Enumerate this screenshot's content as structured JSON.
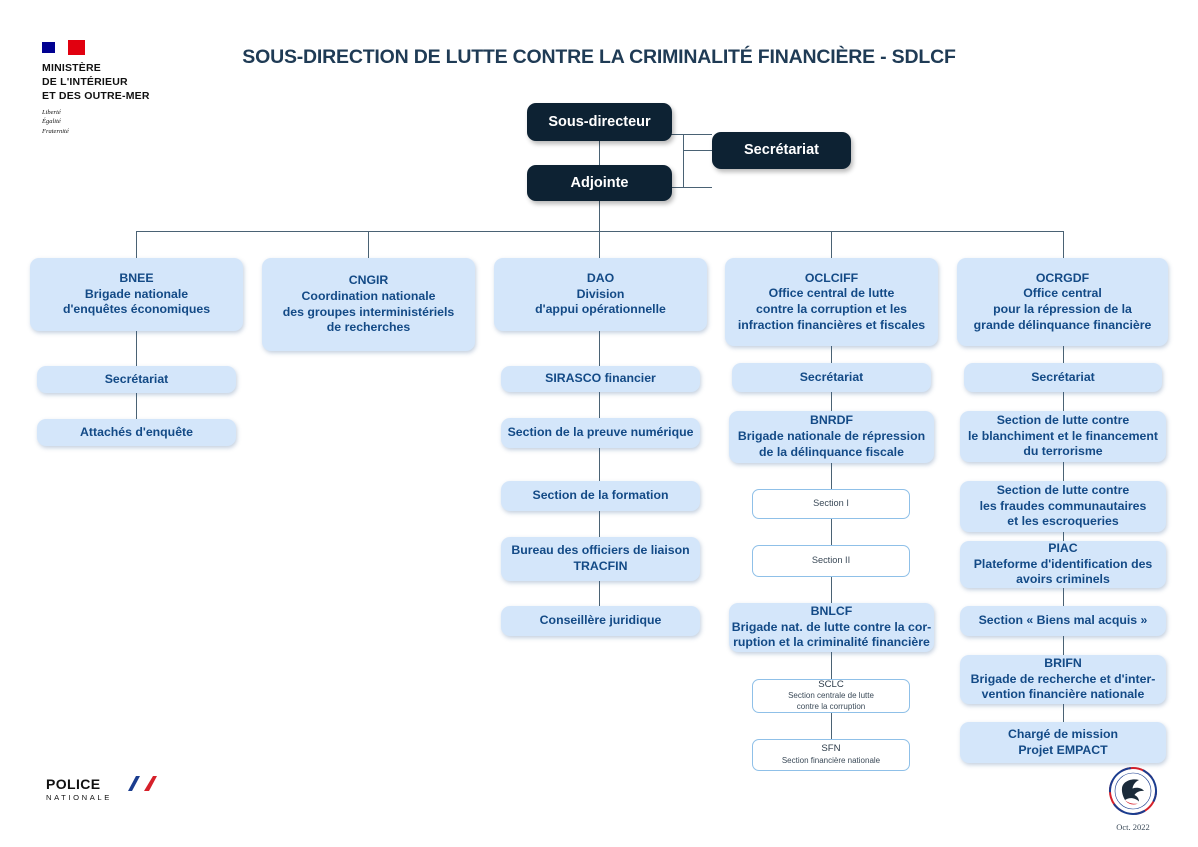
{
  "header": {
    "ministry_line1": "MINISTÈRE",
    "ministry_line2": "DE L'INTÉRIEUR",
    "ministry_line3": "ET DES OUTRE-MER",
    "devise_line1": "Liberté",
    "devise_line2": "Égalité",
    "devise_line3": "Fraternité",
    "title": "SOUS-DIRECTION DE LUTTE CONTRE LA CRIMINALITÉ FINANCIÈRE - SDLCF"
  },
  "footer": {
    "police_word": "POLICE",
    "police_sub": "NATIONALE",
    "date": "Oct. 2022"
  },
  "colors": {
    "dark_box": "#0d2233",
    "blue_box": "#d4e6fa",
    "blue_text": "#134a86",
    "title_text": "#1f3b55",
    "connector": "#4a6274",
    "white_box_border": "#8fc0e8"
  },
  "top": {
    "sous_directeur": "Sous-directeur",
    "adjointe": "Adjointe",
    "secretariat": "Secrétariat"
  },
  "columns": [
    {
      "key": "bnee",
      "head": "BNEE",
      "sub": "Brigade nationale\nd'enquêtes économiques",
      "children": [
        {
          "head": "Secrétariat",
          "sub": ""
        },
        {
          "head": "Attachés d'enquête",
          "sub": ""
        }
      ]
    },
    {
      "key": "cngir",
      "head": "CNGIR",
      "sub": "Coordination nationale\ndes groupes interministériels\nde recherches",
      "children": []
    },
    {
      "key": "dao",
      "head": "DAO",
      "sub": "Division\nd'appui opérationnelle",
      "children": [
        {
          "head": "SIRASCO financier",
          "sub": ""
        },
        {
          "head": "Section de la preuve numérique",
          "sub": ""
        },
        {
          "head": "Section de la formation",
          "sub": ""
        },
        {
          "head": "Bureau des officiers de liaison\nTRACFIN",
          "sub": ""
        },
        {
          "head": "Conseillère juridique",
          "sub": ""
        }
      ]
    },
    {
      "key": "oclciff",
      "head": "OCLCIFF",
      "sub": "Office central de lutte\ncontre la corruption et les\ninfraction financières et fiscales",
      "children": [
        {
          "head": "Secrétariat",
          "sub": ""
        },
        {
          "head": "BNRDF",
          "sub": "Brigade nationale de répression\nde la délinquance fiscale"
        },
        {
          "head": "Section I",
          "sub": "",
          "style": "white"
        },
        {
          "head": "Section II",
          "sub": "",
          "style": "white"
        },
        {
          "head": "BNLCF",
          "sub": "Brigade nat. de lutte contre la cor-\nruption et la criminalité financière"
        },
        {
          "head": "SCLC",
          "sub": "Section centrale de lutte\ncontre la corruption",
          "style": "white"
        },
        {
          "head": "SFN",
          "sub": "Section financière nationale",
          "style": "white"
        }
      ]
    },
    {
      "key": "ocrgdf",
      "head": "OCRGDF",
      "sub": "Office central\npour la répression de la\ngrande délinquance financière",
      "children": [
        {
          "head": "Secrétariat",
          "sub": ""
        },
        {
          "head": "Section de lutte contre\nle blanchiment et le financement\ndu terrorisme",
          "sub": ""
        },
        {
          "head": "Section de lutte contre\nles fraudes communautaires\net les escroqueries",
          "sub": ""
        },
        {
          "head": "PIAC",
          "sub": "Plateforme d'identification des\navoirs criminels"
        },
        {
          "head": "Section « Biens mal acquis »",
          "sub": ""
        },
        {
          "head": "BRIFN",
          "sub": "Brigade de recherche et d'inter-\nvention financière nationale"
        },
        {
          "head": "Chargé de mission\nProjet EMPACT",
          "sub": ""
        }
      ]
    }
  ]
}
